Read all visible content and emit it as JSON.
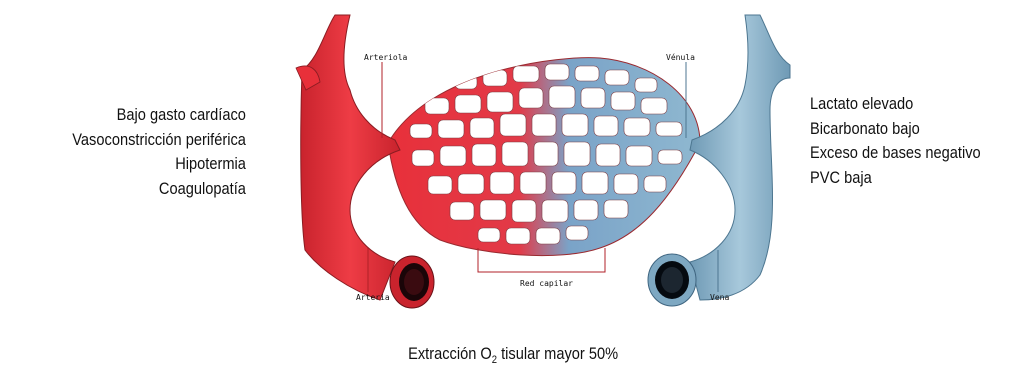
{
  "left_list": [
    "Bajo gasto cardíaco",
    "Vasoconstricción periférica",
    "Hipotermia",
    "Coagulopatía"
  ],
  "right_list": [
    "Lactato elevado",
    "Bicarbonato bajo",
    "Exceso de bases negativo",
    "PVC baja"
  ],
  "diagram_labels": {
    "arteriola": "Arteriola",
    "venula": "Vénula",
    "arteria": "Arteria",
    "vena": "Vena",
    "red_capilar": "Red capilar"
  },
  "footer": {
    "prefix": "Extracción O",
    "subscript": "2",
    "suffix": " tisular mayor 50%"
  },
  "colors": {
    "artery": "#e8303a",
    "artery_dark": "#b81f28",
    "vein": "#8fb8d0",
    "vein_dark": "#5d8ca8",
    "mesh_gap": "#ffffff"
  }
}
